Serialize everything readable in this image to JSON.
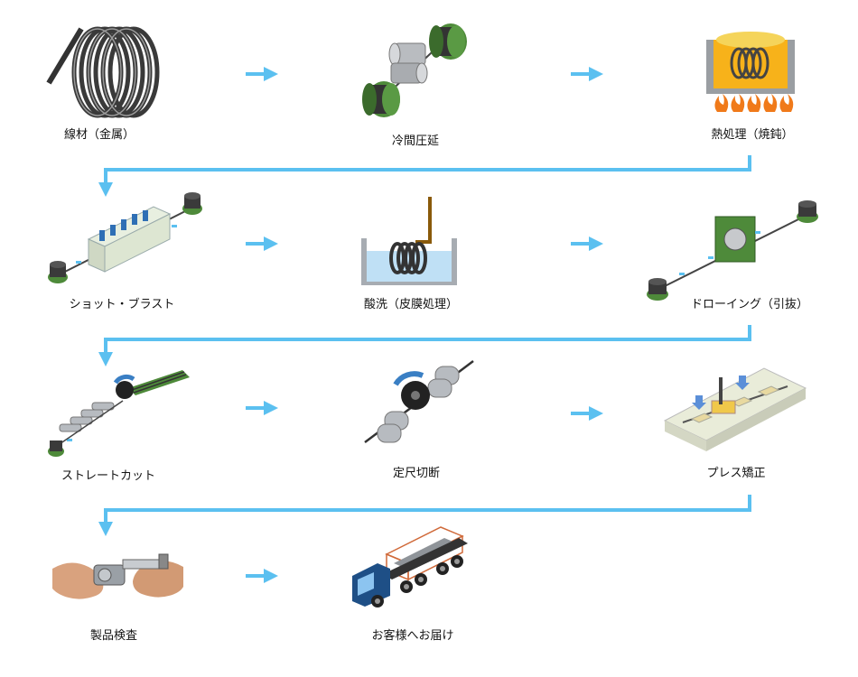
{
  "colors": {
    "arrow": "#5bc0f0",
    "roller_green": "#4e8a3a",
    "metal": "#8f9499",
    "flame": "#f07a1a"
  },
  "steps": [
    {
      "label": "線材（金属）",
      "icon": "wire-coil-icon"
    },
    {
      "label": "冷間圧延",
      "icon": "cold-rolling-icon"
    },
    {
      "label": "熱処理（焼鈍）",
      "icon": "annealing-furnace-icon"
    },
    {
      "label": "ショット・ブラスト",
      "icon": "shot-blast-icon"
    },
    {
      "label": "酸洗（皮膜処理）",
      "icon": "pickling-tank-icon"
    },
    {
      "label": "ドローイング（引抜）",
      "icon": "drawing-die-icon"
    },
    {
      "label": "ストレートカット",
      "icon": "straight-cut-icon"
    },
    {
      "label": "定尺切断",
      "icon": "fixed-length-cut-icon"
    },
    {
      "label": "プレス矯正",
      "icon": "press-straighten-icon"
    },
    {
      "label": "製品検査",
      "icon": "product-inspection-icon"
    },
    {
      "label": "お客様へお届け",
      "icon": "delivery-truck-icon"
    }
  ]
}
